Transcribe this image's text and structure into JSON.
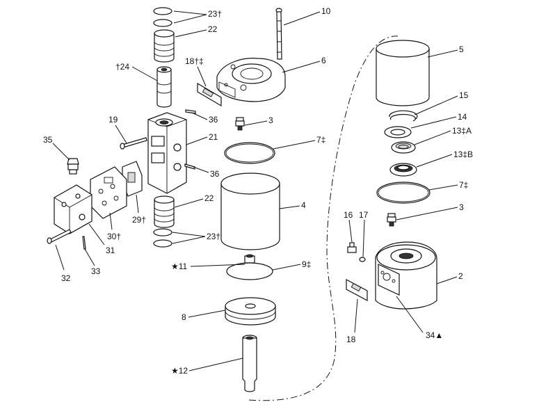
{
  "callouts": {
    "c23a": "23†",
    "c22a": "22",
    "c10": "10",
    "c18a": "18†‡",
    "c24": "†24",
    "c6": "6",
    "c36a": "36",
    "c3a": "3",
    "c19": "19",
    "c21": "21",
    "c7a": "7‡",
    "c35": "35",
    "c36b": "36",
    "c22b": "22",
    "c4": "4",
    "c29": "29†",
    "c30": "30†",
    "c23b": "23†",
    "c31": "31",
    "c11": "★11",
    "c9": "9‡",
    "c32": "32",
    "c33": "33",
    "c8": "8",
    "c12": "★12",
    "c5": "5",
    "c15": "15",
    "c14": "14",
    "c13a": "13‡A",
    "c13b": "13‡B",
    "c7b": "7‡",
    "c3b": "3",
    "c16": "16",
    "c17": "17",
    "c2": "2",
    "c18b": "18",
    "c34": "34▲"
  }
}
